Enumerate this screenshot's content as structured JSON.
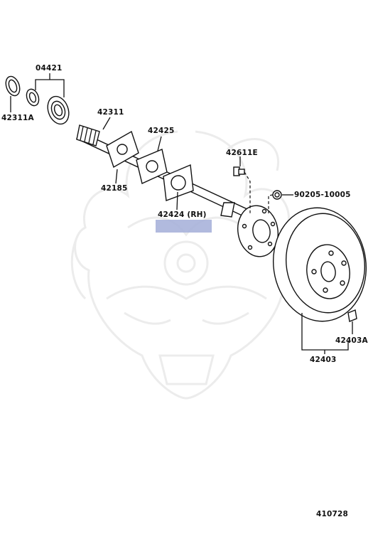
{
  "diagram": {
    "title": "",
    "figure_number": "410728",
    "highlight_color": "#a9b3da",
    "parts": [
      {
        "id": "p1",
        "number": "04421"
      },
      {
        "id": "p2",
        "number": "42311A"
      },
      {
        "id": "p3",
        "number": "42311"
      },
      {
        "id": "p4",
        "number": "42425"
      },
      {
        "id": "p5",
        "number": "42185"
      },
      {
        "id": "p6",
        "number": "42611E"
      },
      {
        "id": "p7",
        "number": "90205-10005"
      },
      {
        "id": "p8",
        "number": "42424 (RH)"
      },
      {
        "id": "p9",
        "number": "42403A"
      },
      {
        "id": "p10",
        "number": "42403"
      }
    ]
  }
}
